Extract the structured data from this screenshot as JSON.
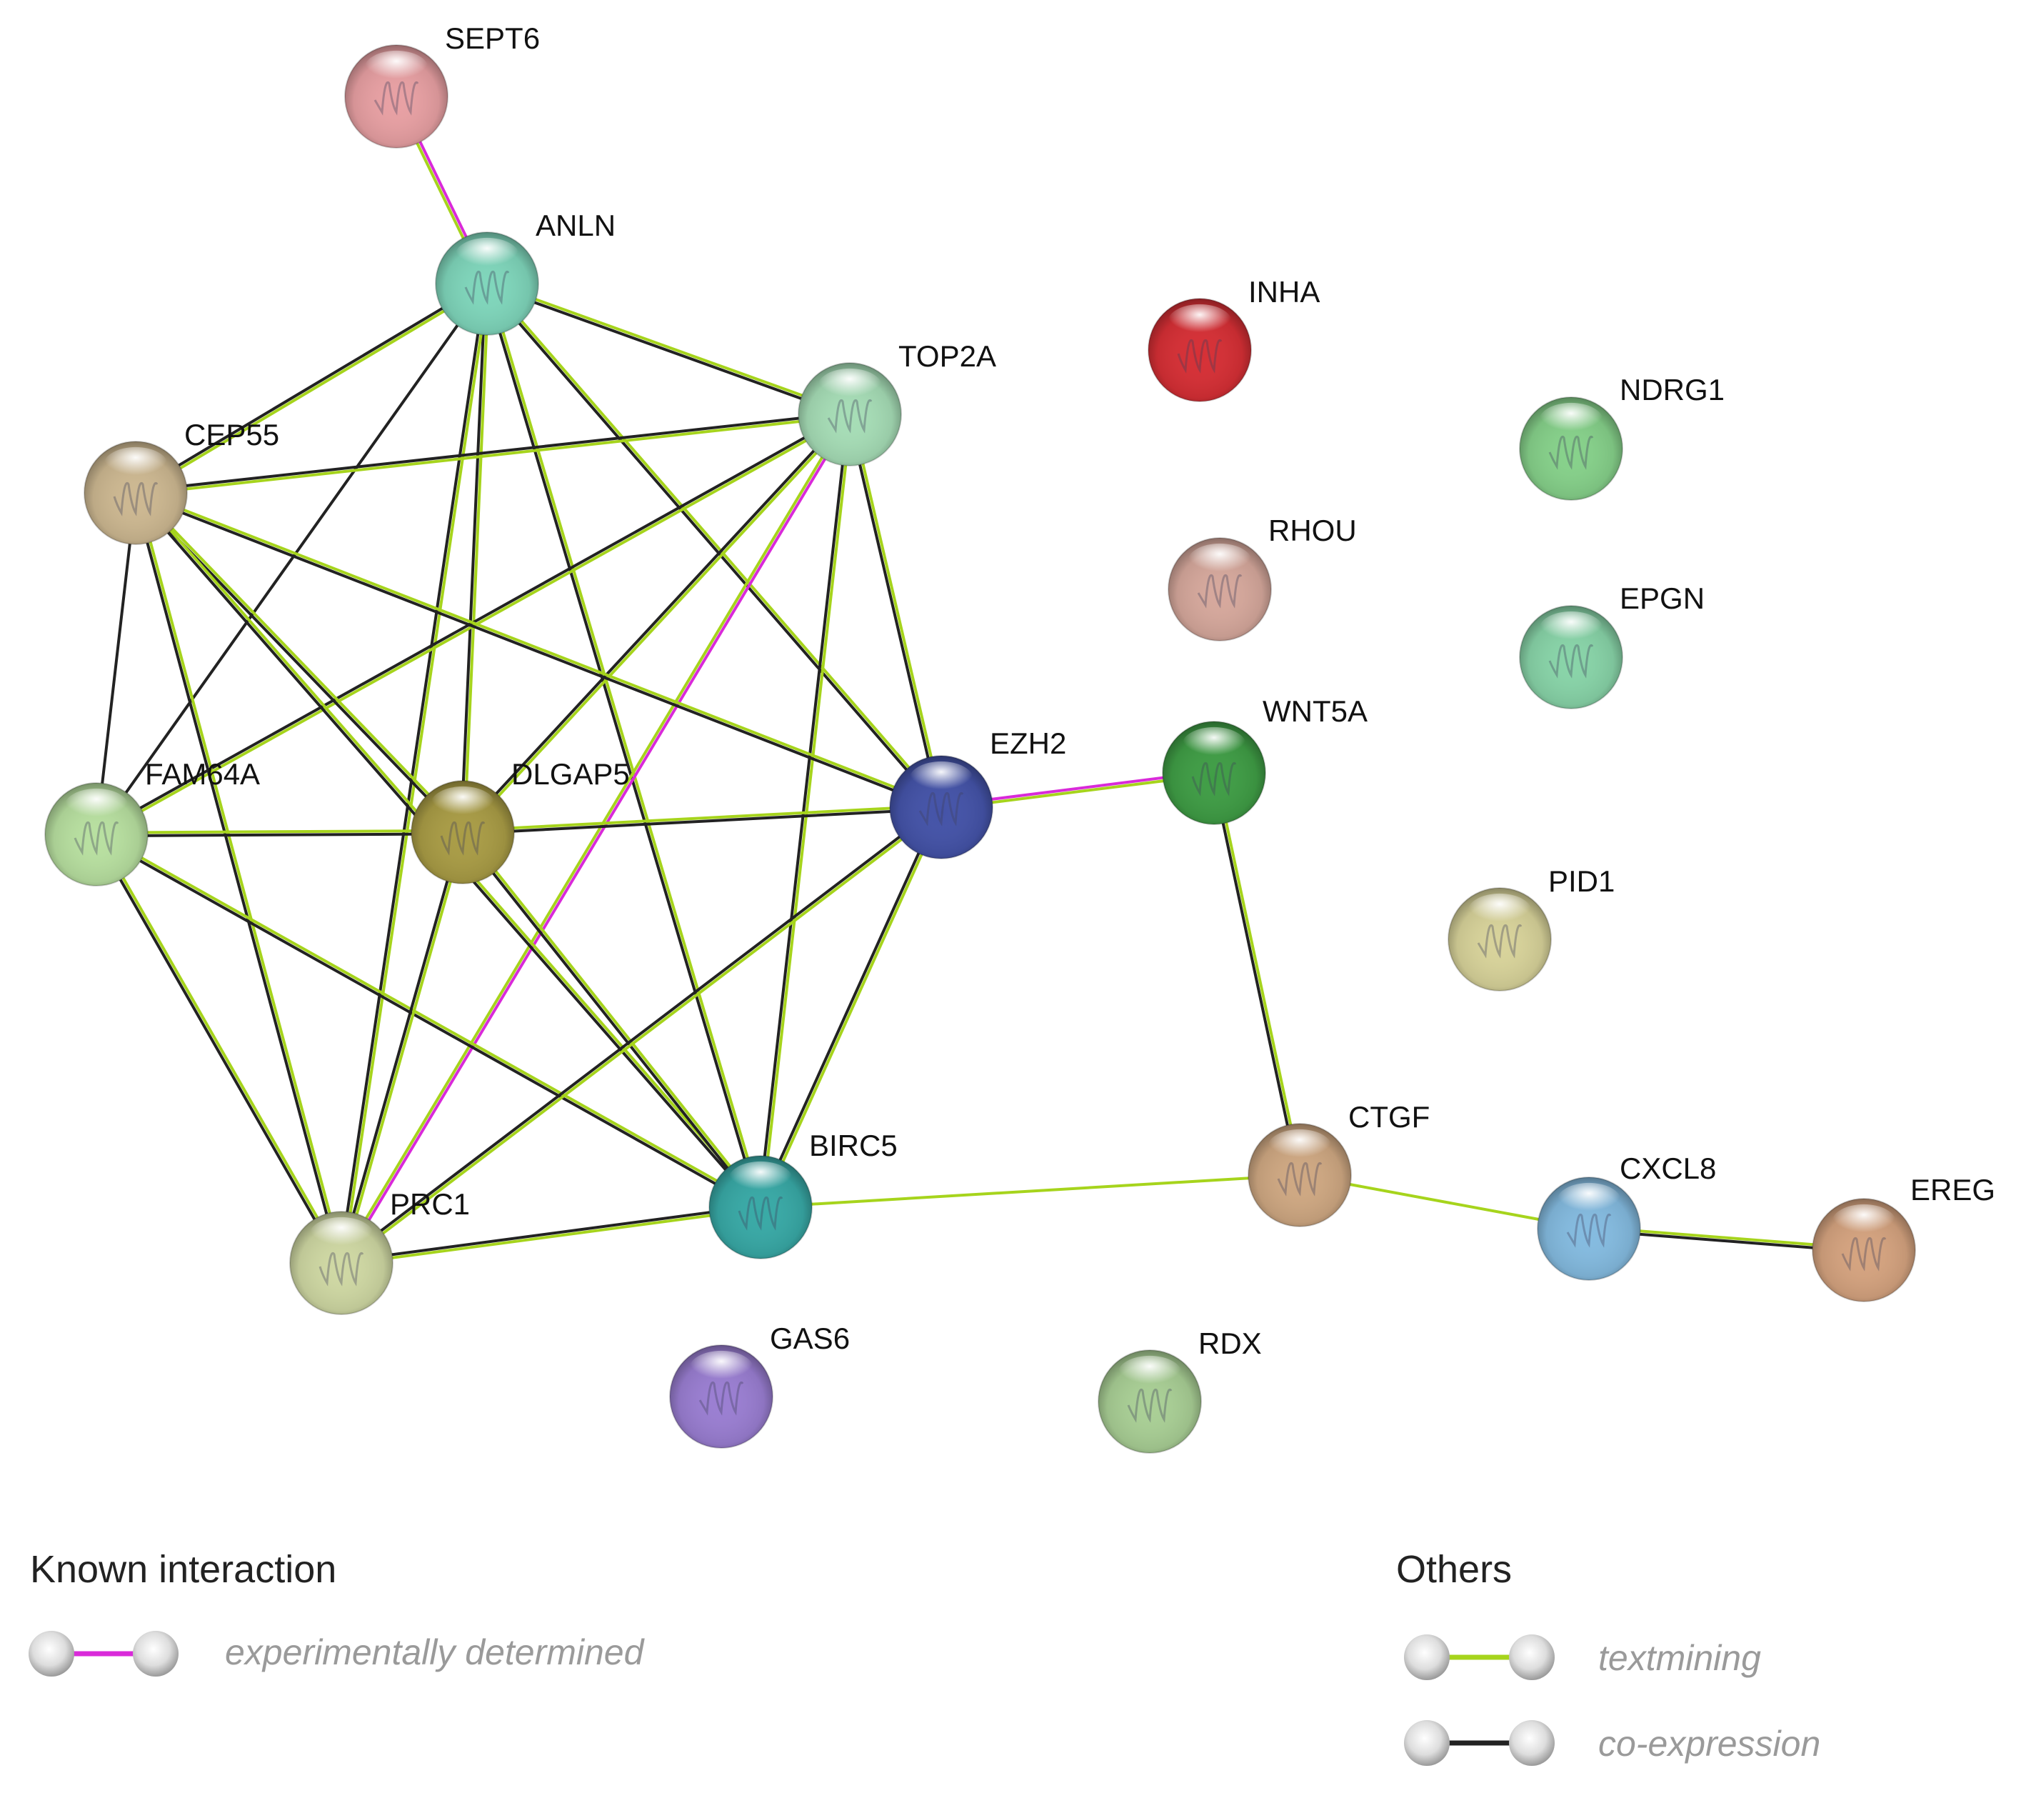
{
  "nodes": [
    {
      "id": "SEPT6",
      "label": "SEPT6",
      "color": "#e8a0a3"
    },
    {
      "id": "ANLN",
      "label": "ANLN",
      "color": "#7fd6bb"
    },
    {
      "id": "INHA",
      "label": "INHA",
      "color": "#d62f35"
    },
    {
      "id": "TOP2A",
      "label": "TOP2A",
      "color": "#a6ddb6"
    },
    {
      "id": "NDRG1",
      "label": "NDRG1",
      "color": "#86d18a"
    },
    {
      "id": "CEP55",
      "label": "CEP55",
      "color": "#cdb891"
    },
    {
      "id": "RHOU",
      "label": "RHOU",
      "color": "#d6a89c"
    },
    {
      "id": "EPGN",
      "label": "EPGN",
      "color": "#88d4a8"
    },
    {
      "id": "WNT5A",
      "label": "WNT5A",
      "color": "#3f9d45"
    },
    {
      "id": "EZH2",
      "label": "EZH2",
      "color": "#4453a8"
    },
    {
      "id": "FAM64A",
      "label": "FAM64A",
      "color": "#b8e0a0"
    },
    {
      "id": "DLGAP5",
      "label": "DLGAP5",
      "color": "#a99c45"
    },
    {
      "id": "PID1",
      "label": "PID1",
      "color": "#d8d39a"
    },
    {
      "id": "CTGF",
      "label": "CTGF",
      "color": "#cfa882"
    },
    {
      "id": "BIRC5",
      "label": "BIRC5",
      "color": "#38a9a6"
    },
    {
      "id": "CXCL8",
      "label": "CXCL8",
      "color": "#84bbe0"
    },
    {
      "id": "EREG",
      "label": "EREG",
      "color": "#d5a37f"
    },
    {
      "id": "PRC1",
      "label": "PRC1",
      "color": "#cfd8a3"
    },
    {
      "id": "GAS6",
      "label": "GAS6",
      "color": "#9a7ed2"
    },
    {
      "id": "RDX",
      "label": "RDX",
      "color": "#a9cf95"
    }
  ],
  "edges": [
    {
      "source": "SEPT6",
      "target": "ANLN",
      "types": [
        "experimental",
        "textmining"
      ]
    },
    {
      "source": "ANLN",
      "target": "CEP55",
      "types": [
        "textmining",
        "coexpression"
      ]
    },
    {
      "source": "ANLN",
      "target": "TOP2A",
      "types": [
        "textmining",
        "coexpression"
      ]
    },
    {
      "source": "ANLN",
      "target": "FAM64A",
      "types": [
        "coexpression"
      ]
    },
    {
      "source": "ANLN",
      "target": "DLGAP5",
      "types": [
        "textmining",
        "coexpression"
      ]
    },
    {
      "source": "ANLN",
      "target": "EZH2",
      "types": [
        "textmining",
        "coexpression"
      ]
    },
    {
      "source": "ANLN",
      "target": "BIRC5",
      "types": [
        "textmining",
        "coexpression"
      ]
    },
    {
      "source": "ANLN",
      "target": "PRC1",
      "types": [
        "textmining",
        "coexpression"
      ]
    },
    {
      "source": "TOP2A",
      "target": "CEP55",
      "types": [
        "textmining",
        "coexpression"
      ]
    },
    {
      "source": "TOP2A",
      "target": "FAM64A",
      "types": [
        "textmining",
        "coexpression"
      ]
    },
    {
      "source": "TOP2A",
      "target": "DLGAP5",
      "types": [
        "textmining",
        "coexpression"
      ]
    },
    {
      "source": "TOP2A",
      "target": "EZH2",
      "types": [
        "textmining",
        "coexpression"
      ]
    },
    {
      "source": "TOP2A",
      "target": "BIRC5",
      "types": [
        "textmining",
        "coexpression"
      ]
    },
    {
      "source": "TOP2A",
      "target": "PRC1",
      "types": [
        "experimental",
        "textmining"
      ]
    },
    {
      "source": "CEP55",
      "target": "FAM64A",
      "types": [
        "coexpression"
      ]
    },
    {
      "source": "CEP55",
      "target": "DLGAP5",
      "types": [
        "textmining",
        "coexpression"
      ]
    },
    {
      "source": "CEP55",
      "target": "EZH2",
      "types": [
        "textmining",
        "coexpression"
      ]
    },
    {
      "source": "CEP55",
      "target": "BIRC5",
      "types": [
        "textmining",
        "coexpression"
      ]
    },
    {
      "source": "CEP55",
      "target": "PRC1",
      "types": [
        "textmining",
        "coexpression"
      ]
    },
    {
      "source": "FAM64A",
      "target": "DLGAP5",
      "types": [
        "textmining",
        "coexpression"
      ]
    },
    {
      "source": "FAM64A",
      "target": "BIRC5",
      "types": [
        "textmining",
        "coexpression"
      ]
    },
    {
      "source": "FAM64A",
      "target": "PRC1",
      "types": [
        "textmining",
        "coexpression"
      ]
    },
    {
      "source": "DLGAP5",
      "target": "EZH2",
      "types": [
        "textmining",
        "coexpression"
      ]
    },
    {
      "source": "DLGAP5",
      "target": "BIRC5",
      "types": [
        "textmining",
        "coexpression"
      ]
    },
    {
      "source": "DLGAP5",
      "target": "PRC1",
      "types": [
        "textmining",
        "coexpression"
      ]
    },
    {
      "source": "EZH2",
      "target": "BIRC5",
      "types": [
        "textmining",
        "coexpression"
      ]
    },
    {
      "source": "EZH2",
      "target": "PRC1",
      "types": [
        "textmining",
        "coexpression"
      ]
    },
    {
      "source": "EZH2",
      "target": "WNT5A",
      "types": [
        "experimental",
        "textmining"
      ]
    },
    {
      "source": "BIRC5",
      "target": "PRC1",
      "types": [
        "textmining",
        "coexpression"
      ]
    },
    {
      "source": "BIRC5",
      "target": "CTGF",
      "types": [
        "textmining"
      ]
    },
    {
      "source": "WNT5A",
      "target": "CTGF",
      "types": [
        "textmining",
        "coexpression"
      ]
    },
    {
      "source": "CTGF",
      "target": "CXCL8",
      "types": [
        "textmining"
      ]
    },
    {
      "source": "CXCL8",
      "target": "EREG",
      "types": [
        "textmining",
        "coexpression"
      ]
    }
  ],
  "edge_colors": {
    "experimental": "#d92ad9",
    "textmining": "#a6d41c",
    "coexpression": "#222222"
  },
  "legend": {
    "known": {
      "heading": "Known interaction",
      "items": [
        {
          "type": "experimental",
          "label": "experimentally determined"
        }
      ]
    },
    "others": {
      "heading": "Others",
      "items": [
        {
          "type": "textmining",
          "label": "textmining"
        },
        {
          "type": "coexpression",
          "label": "co-expression"
        }
      ]
    }
  }
}
